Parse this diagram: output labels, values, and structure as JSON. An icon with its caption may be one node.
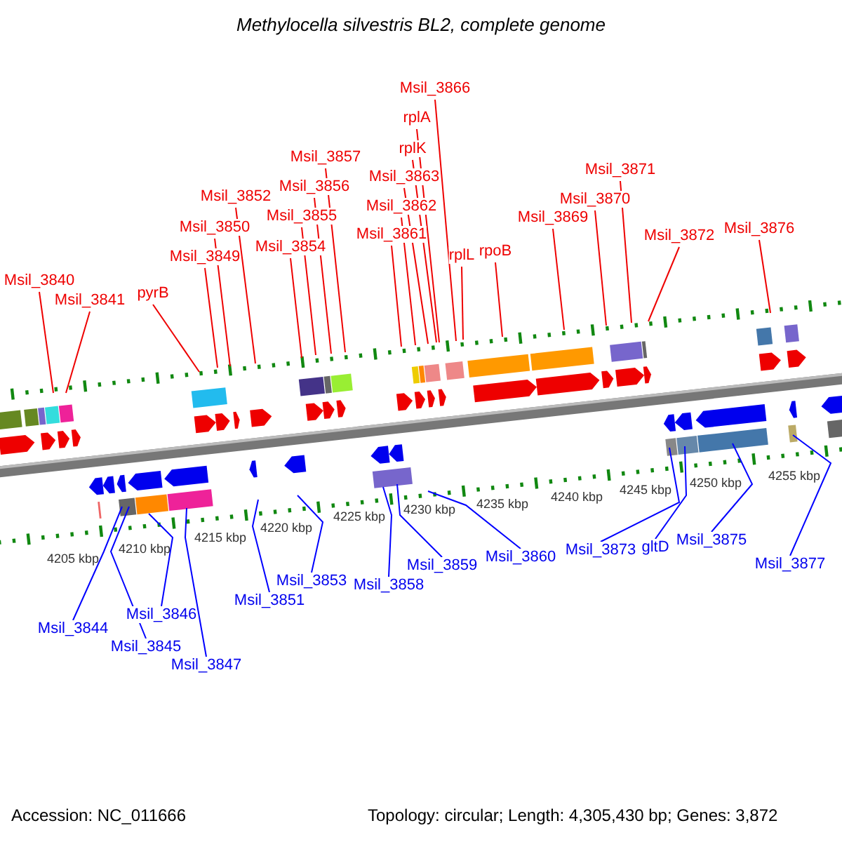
{
  "diagram": {
    "title": "Methylocella silvestris BL2, complete genome",
    "nodes": [
      {
        "text": [
          "Msil_3840"
        ]
      },
      {
        "text": [
          "Msil_3841"
        ]
      },
      {
        "text": [
          "pyrB"
        ]
      },
      {
        "text": [
          "Msil_3849"
        ]
      },
      {
        "text": [
          "Msil_3850"
        ]
      },
      {
        "text": [
          "Msil_3852"
        ]
      },
      {
        "text": [
          "Msil_3854"
        ]
      },
      {
        "text": [
          "Msil_3855"
        ]
      },
      {
        "text": [
          "Msil_3856"
        ]
      },
      {
        "text": [
          "Msil_3857"
        ]
      },
      {
        "text": [
          "Msil_3861"
        ]
      },
      {
        "text": [
          "Msil_3862"
        ]
      },
      {
        "text": [
          "Msil_3863"
        ]
      },
      {
        "text": [
          "rplK"
        ]
      },
      {
        "text": [
          "rplA"
        ]
      },
      {
        "text": [
          "Msil_3866"
        ]
      },
      {
        "text": [
          "rplL"
        ]
      },
      {
        "text": [
          "rpoB"
        ]
      },
      {
        "text": [
          "Msil_3869"
        ]
      },
      {
        "text": [
          "Msil_3870"
        ]
      },
      {
        "text": [
          "Msil_3871"
        ]
      },
      {
        "text": [
          "Msil_3872"
        ]
      },
      {
        "text": [
          "Msil_3876"
        ]
      },
      {
        "text": [
          "Msil_3844"
        ]
      },
      {
        "text": [
          "Msil_3845"
        ]
      },
      {
        "text": [
          "Msil_3846"
        ]
      },
      {
        "text": [
          "Msil_3847"
        ]
      },
      {
        "text": [
          "Msil_3851"
        ]
      },
      {
        "text": [
          "Msil_3853"
        ]
      },
      {
        "text": [
          "Msil_3858"
        ]
      },
      {
        "text": [
          "Msil_3859"
        ]
      },
      {
        "text": [
          "Msil_3860"
        ]
      },
      {
        "text": [
          "Msil_3873"
        ]
      },
      {
        "text": [
          "gltD"
        ]
      },
      {
        "text": [
          "Msil_3875"
        ]
      },
      {
        "text": [
          "Msil_3877"
        ]
      }
    ],
    "edges": [
      {
        "from": 0,
        "to": null,
        "arrow": "none"
      },
      {
        "from": 1,
        "to": null,
        "arrow": "none"
      },
      {
        "from": 2,
        "to": null,
        "arrow": "none"
      },
      {
        "from": 3,
        "to": null,
        "arrow": "none"
      },
      {
        "from": 4,
        "to": null,
        "arrow": "none"
      },
      {
        "from": 5,
        "to": null,
        "arrow": "none"
      },
      {
        "from": 6,
        "to": null,
        "arrow": "none"
      },
      {
        "from": 7,
        "to": null,
        "arrow": "none"
      },
      {
        "from": 8,
        "to": null,
        "arrow": "none"
      },
      {
        "from": 9,
        "to": null,
        "arrow": "none"
      },
      {
        "from": 10,
        "to": null,
        "arrow": "none"
      },
      {
        "from": 11,
        "to": null,
        "arrow": "none"
      },
      {
        "from": 12,
        "to": null,
        "arrow": "none"
      },
      {
        "from": 13,
        "to": null,
        "arrow": "none"
      },
      {
        "from": 14,
        "to": null,
        "arrow": "none"
      },
      {
        "from": 15,
        "to": null,
        "arrow": "none"
      },
      {
        "from": 16,
        "to": null,
        "arrow": "none"
      },
      {
        "from": 17,
        "to": null,
        "arrow": "none"
      },
      {
        "from": 18,
        "to": null,
        "arrow": "none"
      },
      {
        "from": 19,
        "to": null,
        "arrow": "none"
      },
      {
        "from": 20,
        "to": null,
        "arrow": "none"
      },
      {
        "from": 21,
        "to": null,
        "arrow": "none"
      },
      {
        "from": 22,
        "to": null,
        "arrow": "none"
      },
      {
        "from": 23,
        "to": null,
        "arrow": "none",
        "color": "#0000ff"
      },
      {
        "from": 24,
        "to": null,
        "arrow": "none",
        "color": "#0000ff"
      },
      {
        "from": 25,
        "to": null,
        "arrow": "none",
        "color": "#0000ff"
      },
      {
        "from": 26,
        "to": null,
        "arrow": "none",
        "color": "#0000ff"
      },
      {
        "from": 27,
        "to": null,
        "arrow": "none",
        "color": "#0000ff"
      },
      {
        "from": 28,
        "to": null,
        "arrow": "none",
        "color": "#0000ff"
      },
      {
        "from": 29,
        "to": null,
        "arrow": "none",
        "color": "#0000ff"
      },
      {
        "from": 30,
        "to": null,
        "arrow": "none",
        "color": "#0000ff"
      },
      {
        "from": 31,
        "to": null,
        "arrow": "none",
        "color": "#0000ff"
      },
      {
        "from": 32,
        "to": null,
        "arrow": "none",
        "color": "#0000ff"
      },
      {
        "from": 33,
        "to": null,
        "arrow": "none",
        "color": "#0000ff"
      },
      {
        "from": 34,
        "to": null,
        "arrow": "none",
        "color": "#0000ff"
      },
      {
        "from": 35,
        "to": null,
        "arrow": "none",
        "color": "#0000ff"
      }
    ],
    "labels": [
      "4205 kbp",
      "4210 kbp",
      "4215 kbp",
      "4220 kbp",
      "4225 kbp",
      "4230 kbp",
      "4235 kbp",
      "4240 kbp",
      "4245 kbp",
      "4250 kbp",
      "4255 kbp",
      "Accession: NC_011666",
      "Topology: circular; Length: 4,305,430 bp; Genes: 3,872"
    ]
  }
}
